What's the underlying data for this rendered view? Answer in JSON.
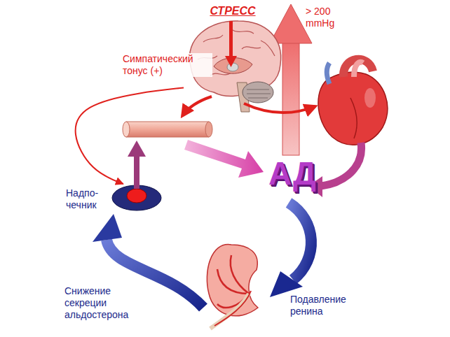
{
  "diagram": {
    "nodes": [
      {
        "text": [
          "СТРЕСС"
        ]
      },
      {
        "text": [
          "Надпо- чечник"
        ]
      },
      {
        "text": [
          "АД"
        ]
      }
    ],
    "edges": [
      {
        "from": 0,
        "to": 1,
        "arrow": "to",
        "label": "Симпатический тонус (+)"
      }
    ],
    "labels": [
      "> 200 mmHg",
      "Снижение секреции альдостерона",
      "Подавление ренина"
    ]
  }
}
